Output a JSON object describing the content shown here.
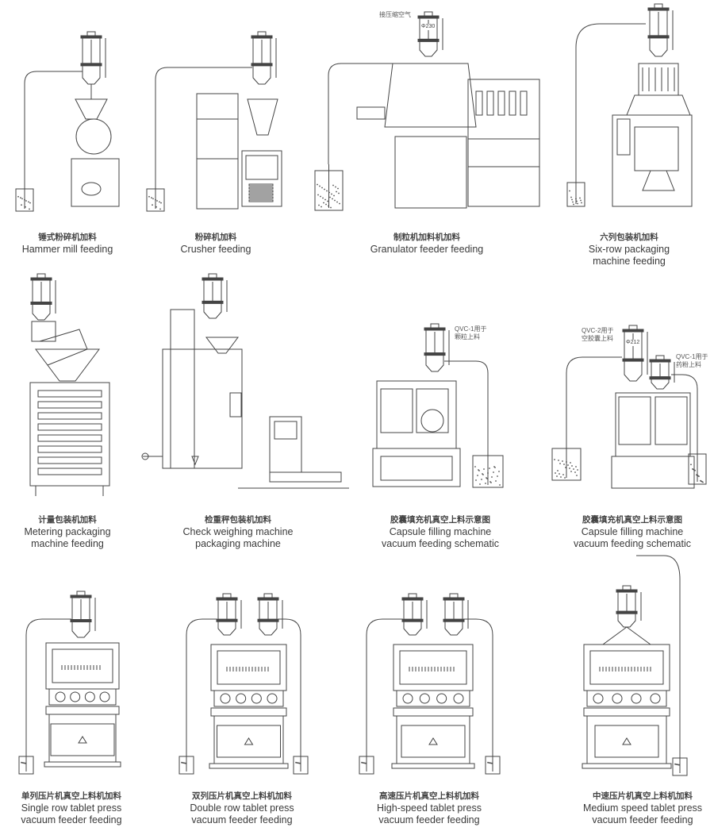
{
  "panels": [
    {
      "zh": "锤式粉碎机加料",
      "en1": "Hammer mill feeding",
      "en2": ""
    },
    {
      "zh": "粉碎机加料",
      "en1": "Crusher feeding",
      "en2": ""
    },
    {
      "zh": "制粒机加料机加料",
      "en1": "Granulator feeder feeding",
      "en2": ""
    },
    {
      "zh": "六列包装机加料",
      "en1": "Six-row packaging",
      "en2": "machine feeding"
    },
    {
      "zh": "计量包装机加料",
      "en1": "Metering packaging",
      "en2": "machine feeding"
    },
    {
      "zh": "检重秤包装机加料",
      "en1": "Check weighing machine",
      "en2": "packaging machine"
    },
    {
      "zh": "胶囊填充机真空上料示意图",
      "en1": "Capsule filling machine",
      "en2": "vacuum feeding schematic"
    },
    {
      "zh": "胶囊填充机真空上料示意图",
      "en1": "Capsule filling machine",
      "en2": "vacuum feeding schematic"
    },
    {
      "zh": "单列压片机真空上料机加料",
      "en1": "Single row tablet press",
      "en2": "vacuum feeder feeding"
    },
    {
      "zh": "双列压片机真空上料机加料",
      "en1": "Double row tablet press",
      "en2": "vacuum feeder feeding"
    },
    {
      "zh": "高速压片机真空上料机加料",
      "en1": "High-speed tablet press",
      "en2": "vacuum feeder feeding"
    },
    {
      "zh": "中速压片机真空上料机加料",
      "en1": "Medium speed tablet press",
      "en2": "vacuum feeder feeding"
    }
  ],
  "notes": {
    "compressed_air": "接压缩空气",
    "qvc1_granule_a": "QVC-1用于",
    "qvc1_granule_b": "颗粒上料",
    "qvc2_a": "QVC-2用于",
    "qvc2_b": "空胶囊上料",
    "qvc1_powder_a": "QVC-1用于",
    "qvc1_powder_b": "药粉上料",
    "feeder_size": "Φ230",
    "feeder_size_b": "Φ212"
  },
  "colors": {
    "line": "#444444",
    "background": "#ffffff"
  }
}
